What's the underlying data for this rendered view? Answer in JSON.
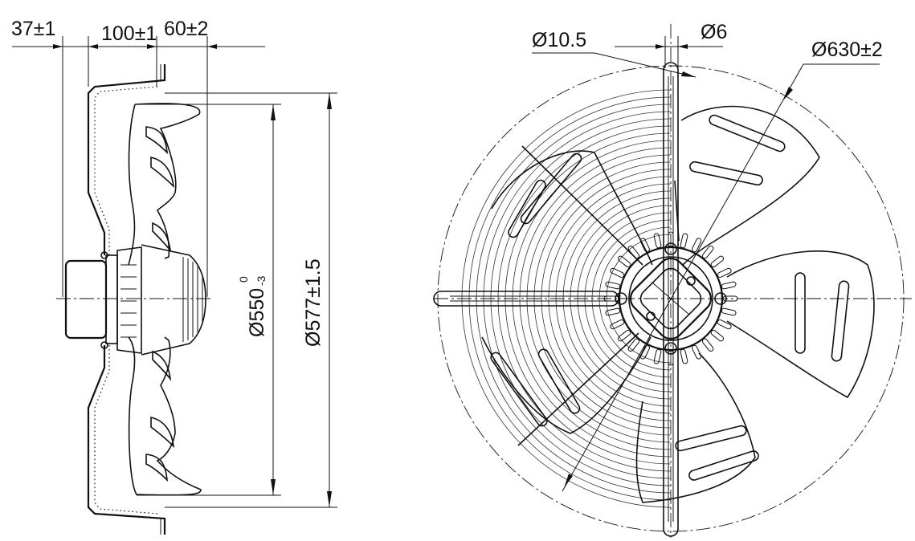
{
  "dimensions": {
    "side_offset_motor": "37±1",
    "side_offset_hub": "100±1",
    "side_offset_blade": "60±2",
    "blade_diameter_main": "Ø550",
    "blade_diameter_tol_upper": "0",
    "blade_diameter_tol_lower": "-3",
    "ring_diameter": "Ø577±1.5",
    "mount_hole_diameter": "Ø10.5",
    "mount_slot_width": "Ø6",
    "outer_circle_diameter": "Ø630±2"
  }
}
